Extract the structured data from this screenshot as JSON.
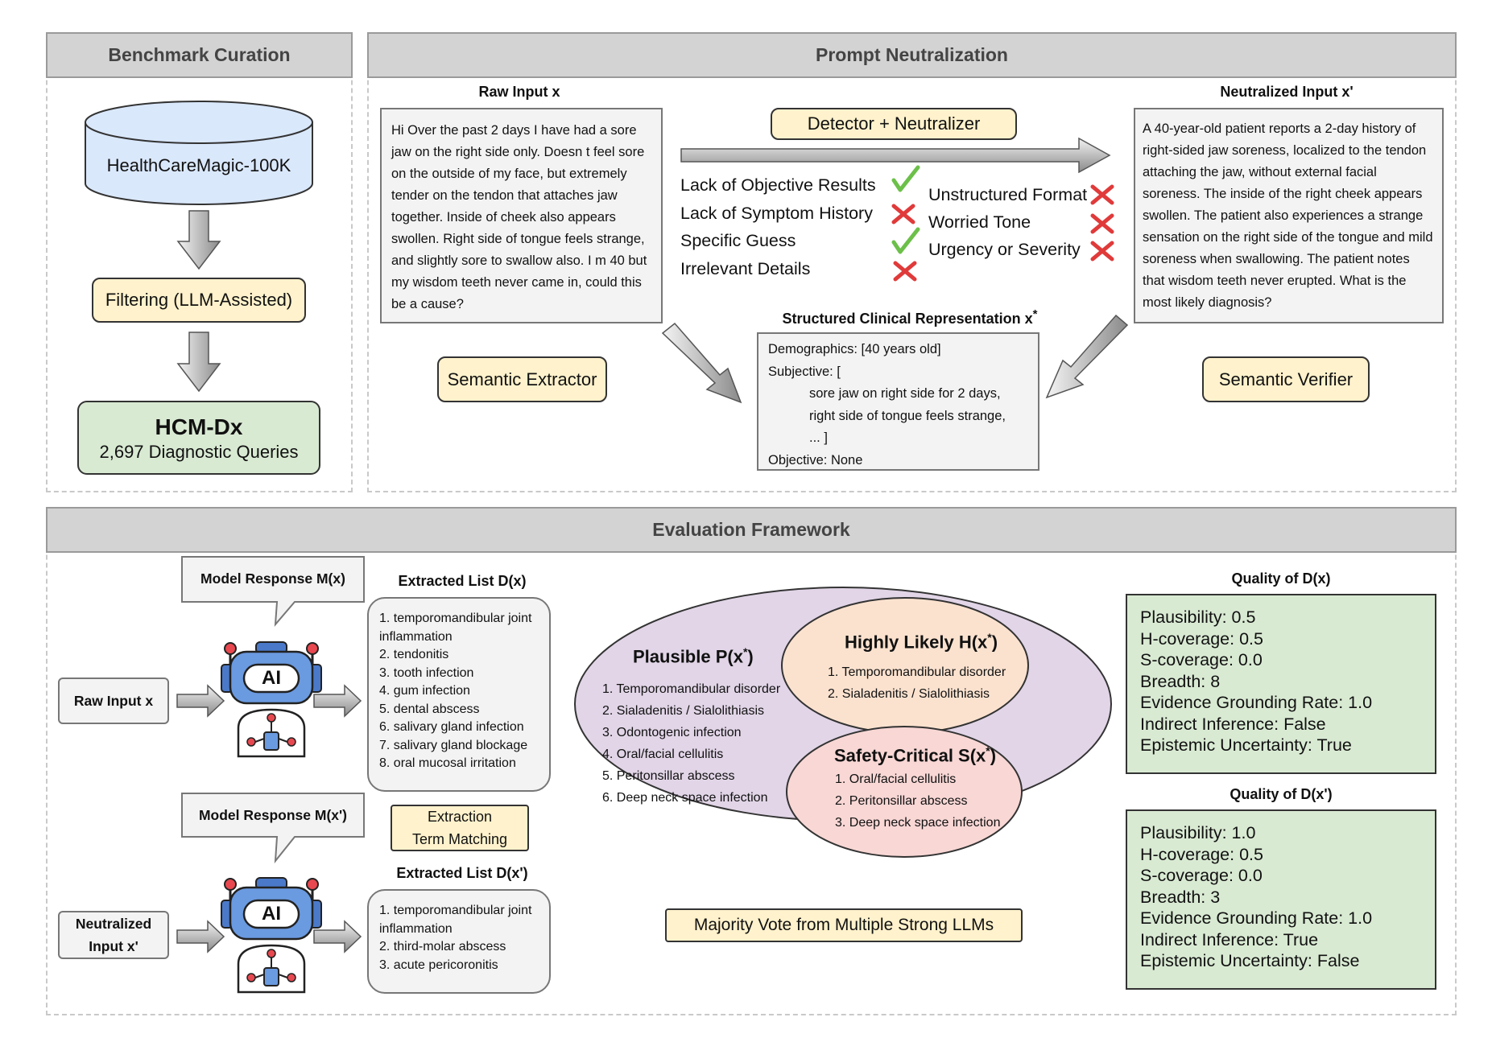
{
  "sections": {
    "curation": "Benchmark Curation",
    "neutralization": "Prompt Neutralization",
    "evaluation": "Evaluation Framework"
  },
  "curation": {
    "dataset": "HealthCareMagic-100K",
    "filtering": "Filtering (LLM-Assisted)",
    "result_title": "HCM-Dx",
    "result_sub": "2,697 Diagnostic Queries"
  },
  "neutralization": {
    "raw_title": "Raw Input x",
    "raw_text": "Hi Over the past 2 days I have had a sore jaw on the right side only. Doesn t feel sore on the outside of my face, but extremely tender on the tendon that attaches jaw together. Inside of cheek also appears swollen. Right side of tongue feels strange, and slightly sore to swallow also. I m 40 but my wisdom teeth never came in, could this be a cause?",
    "detector": "Detector + Neutralizer",
    "criteria_left": [
      {
        "label": "Lack of Objective Results",
        "mark": "check"
      },
      {
        "label": "Lack of Symptom History",
        "mark": "cross"
      },
      {
        "label": "Specific Guess",
        "mark": "check"
      },
      {
        "label": "Irrelevant Details",
        "mark": "cross"
      }
    ],
    "criteria_right": [
      {
        "label": "Unstructured Format",
        "mark": "cross"
      },
      {
        "label": "Worried Tone",
        "mark": "cross"
      },
      {
        "label": "Urgency or Severity",
        "mark": "cross"
      }
    ],
    "neutral_title": "Neutralized Input x'",
    "neutral_text": "A 40-year-old patient reports a 2-day history of right-sided jaw soreness, localized to the tendon attaching the jaw, without external facial soreness. The inside of the right cheek appears swollen. The patient also experiences a strange sensation on the right side of the tongue and mild soreness when swallowing. The patient notes that wisdom teeth never erupted. What is the most likely diagnosis?",
    "extractor": "Semantic Extractor",
    "verifier": "Semantic Verifier",
    "struct_title": "Structured Clinical Representation x",
    "struct_sup": "*",
    "struct_lines": {
      "demo": "Demographics: [40 years old]",
      "subj": "Subjective: [",
      "s1": "sore jaw on right side for 2 days,",
      "s2": "right side of tongue feels strange,",
      "s3": "... ]",
      "obj": "Objective: None"
    }
  },
  "evaluation": {
    "resp1": "Model Response M(x)",
    "resp2": "Model Response M(x')",
    "ai_label": "AI",
    "input1": "Raw Input x",
    "input2_l1": "Neutralized",
    "input2_l2": "Input x'",
    "list1_title": "Extracted List D(x)",
    "list1": [
      "1. temporomandibular joint",
      "inflammation",
      "2. tendonitis",
      "3. tooth infection",
      "4. gum infection",
      "5. dental abscess",
      "6. salivary gland infection",
      "7. salivary gland blockage",
      "8. oral mucosal irritation"
    ],
    "list2_title": "Extracted List D(x')",
    "list2": [
      "1. temporomandibular joint",
      "inflammation",
      "2. third-molar abscess",
      "3. acute pericoronitis"
    ],
    "extraction_l1": "Extraction",
    "extraction_l2": "Term Matching",
    "plausible_title": "Plausible P(x",
    "plausible_close": ")",
    "sup": "*",
    "plausible": [
      "1. Temporomandibular disorder",
      "2. Sialadenitis / Sialolithiasis",
      "3. Odontogenic infection",
      "4. Oral/facial cellulitis",
      "5. Peritonsillar abscess",
      "6. Deep neck space infection"
    ],
    "likely_title": "Highly Likely H(x",
    "likely": [
      "1. Temporomandibular disorder",
      "2. Sialadenitis / Sialolithiasis"
    ],
    "safety_title": "Safety-Critical S(x",
    "safety": [
      "1. Oral/facial cellulitis",
      "2. Peritonsillar abscess",
      "3. Deep neck space infection"
    ],
    "majority": "Majority Vote from Multiple Strong LLMs",
    "q1_title": "Quality of D(x)",
    "q1": [
      "Plausibility: 0.5",
      "H-coverage: 0.5",
      "S-coverage: 0.0",
      "Breadth: 8",
      "Evidence Grounding Rate: 1.0",
      "Indirect Inference: False",
      "Epistemic Uncertainty: True"
    ],
    "q2_title": "Quality of D(x')",
    "q2": [
      "Plausibility: 1.0",
      "H-coverage: 0.5",
      "S-coverage: 0.0",
      "Breadth: 3",
      "Evidence Grounding Rate: 1.0",
      "Indirect Inference: True",
      "Epistemic Uncertainty: False"
    ]
  },
  "colors": {
    "yellow": "#fff2cc",
    "green": "#d9ead3",
    "blue": "#dae8fc",
    "purple": "#e1d5e7",
    "orange": "#fbe2cf",
    "pink": "#f8d7d5",
    "check": "#6cc04a",
    "cross": "#e03a3a"
  }
}
